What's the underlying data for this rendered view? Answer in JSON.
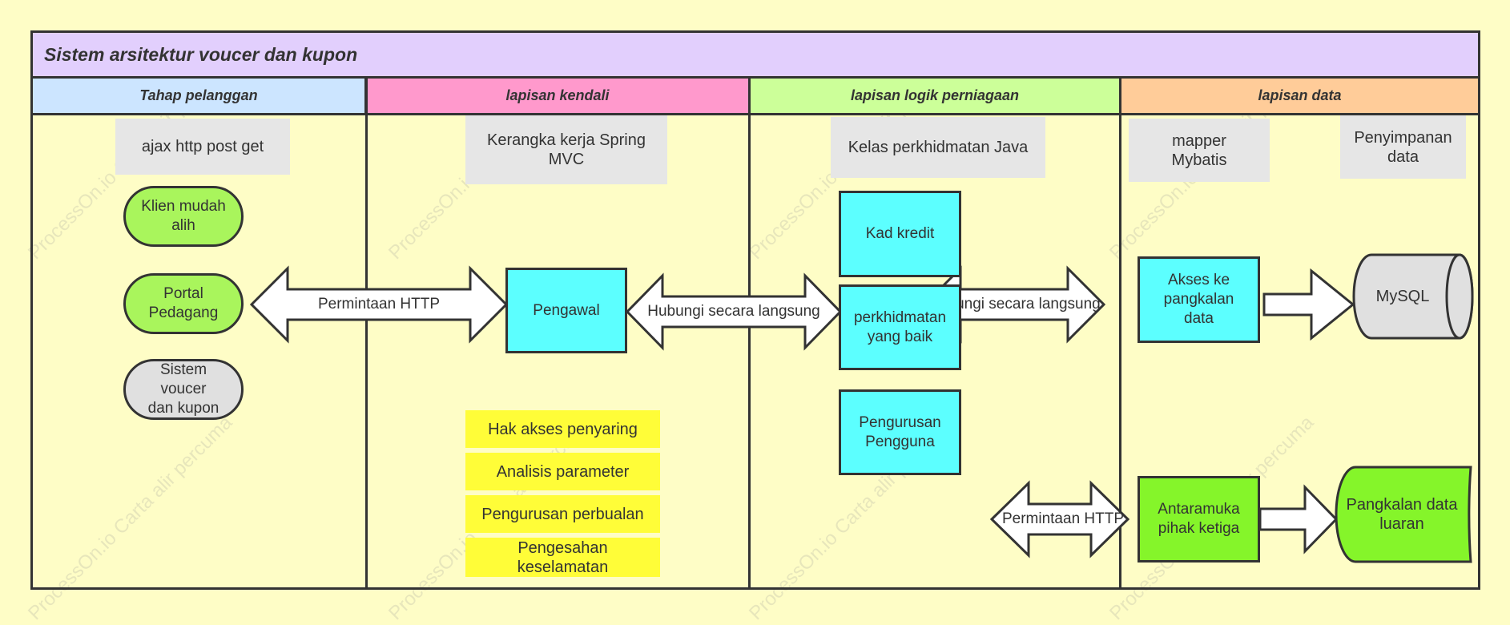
{
  "title": "Sistem arsitektur voucer dan kupon",
  "lanes": [
    {
      "label": "Tahap pelanggan",
      "color": "#cce5ff"
    },
    {
      "label": "lapisan kendali",
      "color": "#ff99cc"
    },
    {
      "label": "lapisan logik perniagaan",
      "color": "#ccff99"
    },
    {
      "label": "lapisan data",
      "color": "#ffcc99"
    }
  ],
  "client": {
    "note": "ajax http post get",
    "nodes": [
      "Klien mudah alih",
      "Portal Pedagang",
      "Sistem voucer dan kupon"
    ]
  },
  "control": {
    "note": "Kerangka kerja Spring MVC",
    "controller": "Pengawal",
    "features": [
      "Hak akses penyaring",
      "Analisis parameter",
      "Pengurusan perbualan",
      "Pengesahan keselamatan"
    ]
  },
  "logic": {
    "note": "Kelas perkhidmatan Java",
    "services": [
      "Kad kredit",
      "perkhidmatan yang baik",
      "Pengurusan Pengguna"
    ]
  },
  "data": {
    "note_mapper": "mapper Mybatis",
    "note_storage": "Penyimpanan data",
    "db_access": "Akses ke pangkalan data",
    "mysql": "MySQL",
    "third_party": "Antaramuka pihak ketiga",
    "external_db": "Pangkalan data luaran"
  },
  "arrows": {
    "http_request": "Permintaan HTTP",
    "direct_call_1": "Hubungi secara langsung",
    "direct_call_2": "Hubungi secara langsung",
    "http_request_2": "Permintaan HTTP"
  },
  "watermark": "ProcessOn.io Carta alir percuma",
  "colors": {
    "cyan": "#5cffff",
    "green": "#a9f55c",
    "bright_green": "#85f52a",
    "grey": "#e0e0e0",
    "yellow": "#fffd38"
  }
}
